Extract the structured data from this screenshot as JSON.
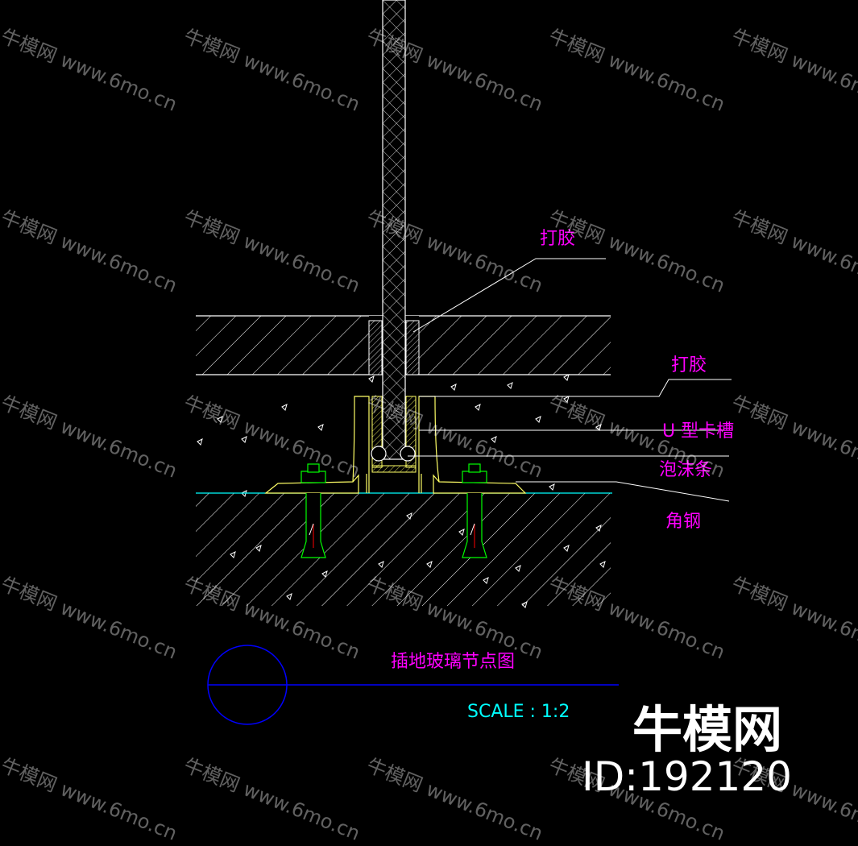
{
  "drawing": {
    "title": "插地玻璃节点图",
    "scale_text": "SCALE :   1:2",
    "labels": {
      "glue_top": "打胶",
      "glue_mid": "打胶",
      "u_channel": "U 型卡槽",
      "foam_strip": "泡沫条",
      "angle_steel": "角钢"
    }
  },
  "watermark": {
    "text": "牛模网 www.6mo.cn"
  },
  "brand": {
    "name": "牛模网",
    "id": "ID:192120"
  },
  "colors": {
    "background": "#000000",
    "line_white": "#ffffff",
    "label_magenta": "#ff00ff",
    "scale_cyan": "#00ffff",
    "channel_yellow": "#ffff66",
    "anchor_green": "#00ff00",
    "title_circle_blue": "#0000ff"
  }
}
